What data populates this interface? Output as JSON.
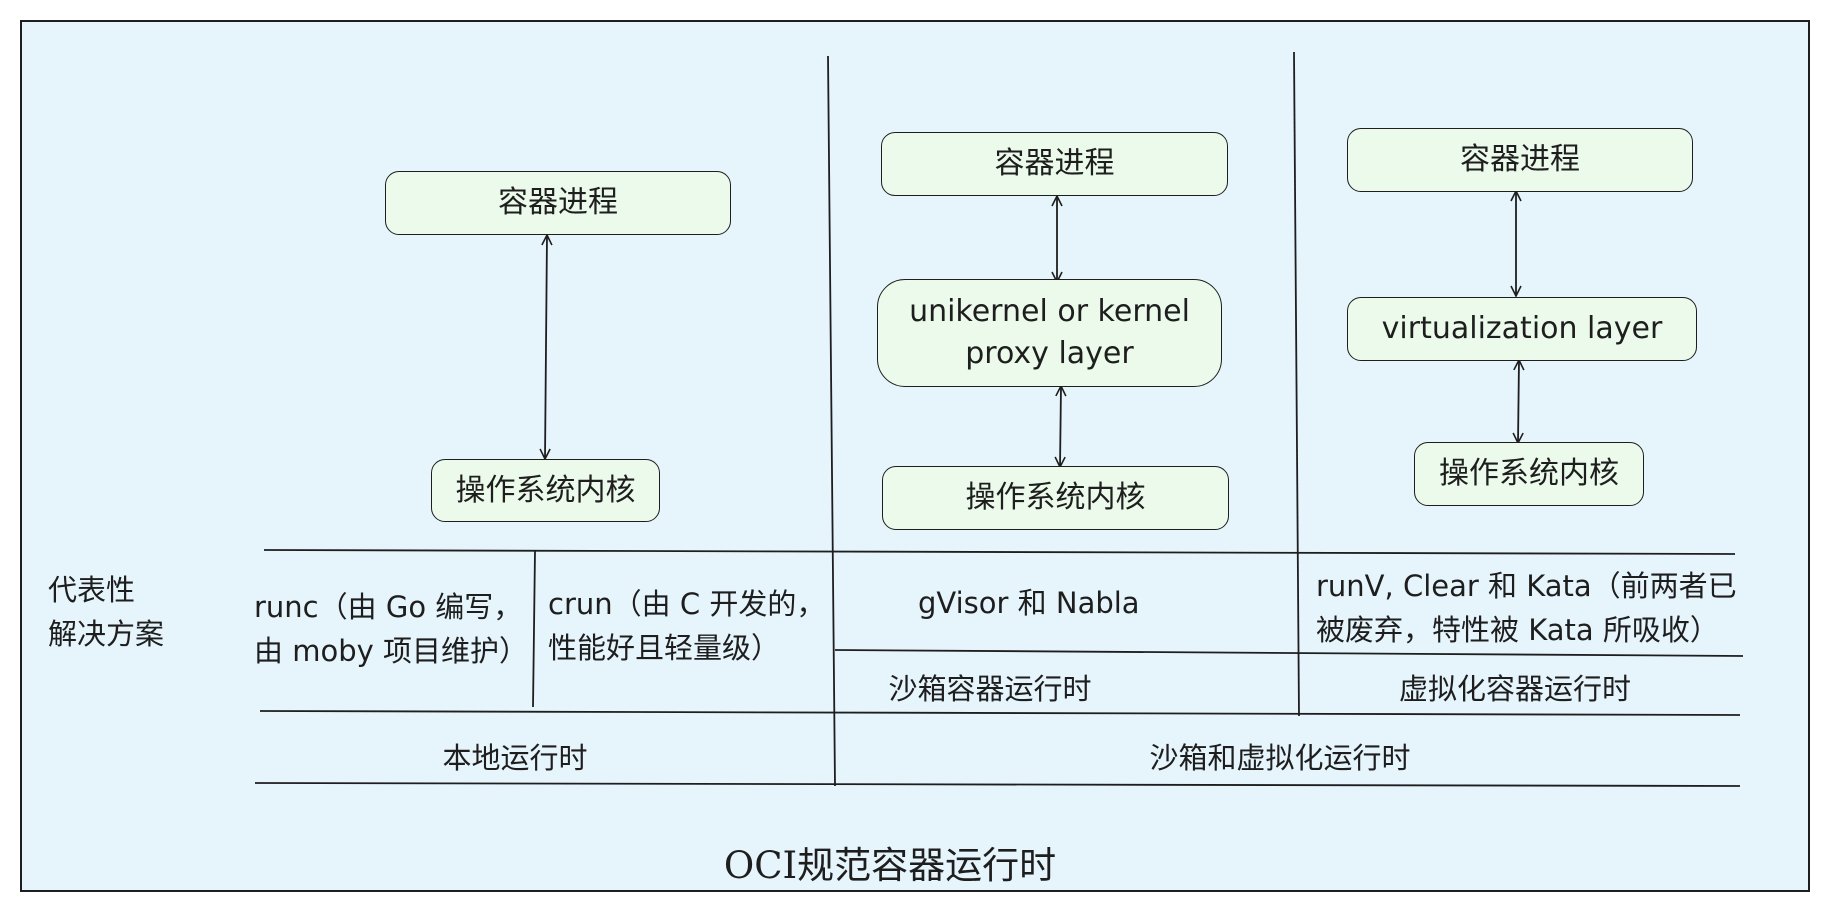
{
  "diagram": {
    "title": "OCI规范容器运行时",
    "row_header": "代表性\n解决方案",
    "columns": [
      {
        "boxes": {
          "top": "容器进程",
          "bottom": "操作系统内核"
        },
        "solutions": [
          "runc（由 Go 编写，\n由 moby 项目维护）",
          "crun（由 C 开发的，\n性能好且轻量级）"
        ]
      },
      {
        "boxes": {
          "top": "容器进程",
          "middle": "unikernel or kernel\nproxy layer",
          "bottom": "操作系统内核"
        },
        "solution": "gVisor 和 Nabla",
        "category": "沙箱容器运行时"
      },
      {
        "boxes": {
          "top": "容器进程",
          "middle": "virtualization layer",
          "bottom": "操作系统内核"
        },
        "solution": "runV, Clear 和 Kata（前两者已\n被废弃，特性被 Kata 所吸收）",
        "category": "虚拟化容器运行时"
      }
    ],
    "groups": {
      "local": "本地运行时",
      "sandbox_virtual": "沙箱和虚拟化运行时"
    }
  }
}
